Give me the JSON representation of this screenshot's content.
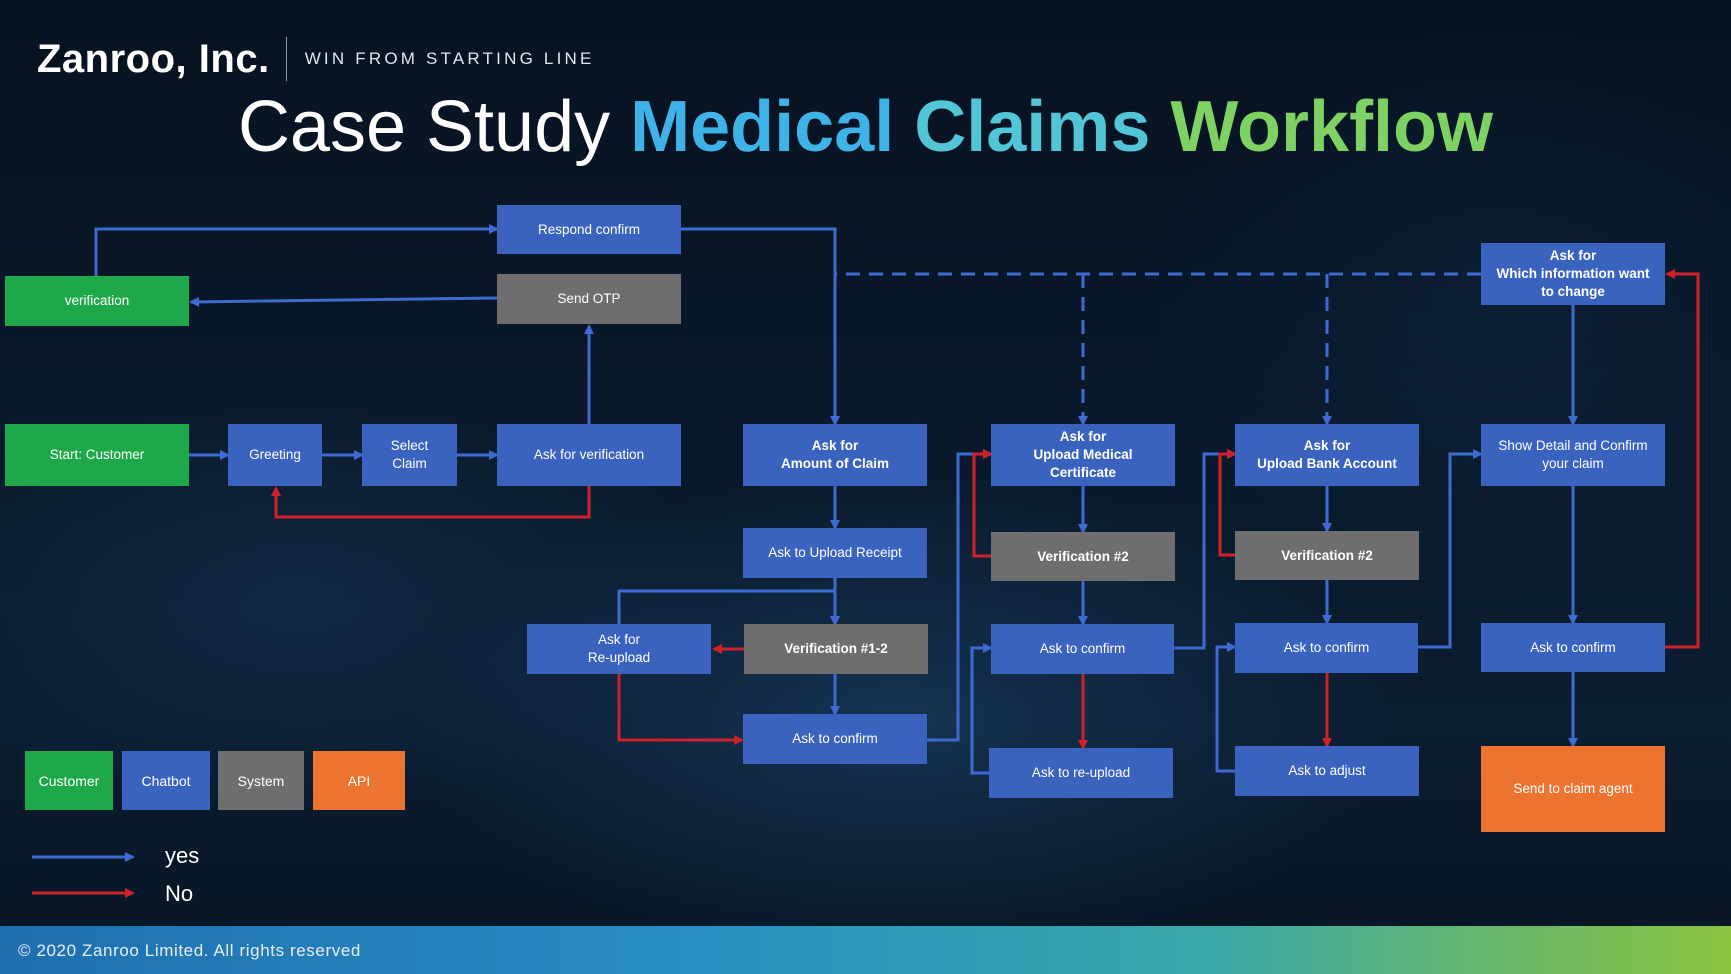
{
  "header": {
    "logo": "Zanroo, Inc.",
    "tagline": "WIN FROM STARTING LINE",
    "title_part1": "Case Study ",
    "title_part2": "Medical ",
    "title_part3": "Claims ",
    "title_part4": "Workflow"
  },
  "nodes": {
    "respond_confirm": "Respond confirm",
    "verification": "verification",
    "send_otp": "Send OTP",
    "start_customer": "Start: Customer",
    "greeting": "Greeting",
    "select_claim": "Select\nClaim",
    "ask_verification": "Ask for verification",
    "ask_amount": "Ask for\nAmount of Claim",
    "ask_upload_receipt": "Ask to Upload Receipt",
    "ask_reupload_1": "Ask for\nRe-upload",
    "verification_1_2": "Verification #1-2",
    "ask_confirm_1": "Ask to confirm",
    "ask_upload_medical": "Ask for\nUpload Medical\nCertificate",
    "verification_2a": "Verification #2",
    "ask_confirm_2": "Ask to confirm",
    "ask_reupload_2": "Ask to re-upload",
    "ask_upload_bank": "Ask for\nUpload Bank Account",
    "verification_2b": "Verification #2",
    "ask_confirm_3": "Ask to confirm",
    "ask_adjust": "Ask to adjust",
    "ask_which_info": "Ask for\nWhich information want\nto change",
    "show_detail": "Show Detail and Confirm\nyour claim",
    "ask_confirm_4": "Ask to confirm",
    "send_agent": "Send to claim agent"
  },
  "legend": {
    "customer": "Customer",
    "chatbot": "Chatbot",
    "system": "System",
    "api": "API",
    "yes": "yes",
    "no": "No"
  },
  "colors": {
    "customer": "#1ea84a",
    "chatbot": "#3a63bf",
    "system": "#6e6e6e",
    "api": "#ec7430",
    "yes_arrow": "#3f6ad1",
    "no_arrow": "#d0202a"
  },
  "footer": {
    "copyright": "© 2020 Zanroo Limited. All rights reserved"
  }
}
